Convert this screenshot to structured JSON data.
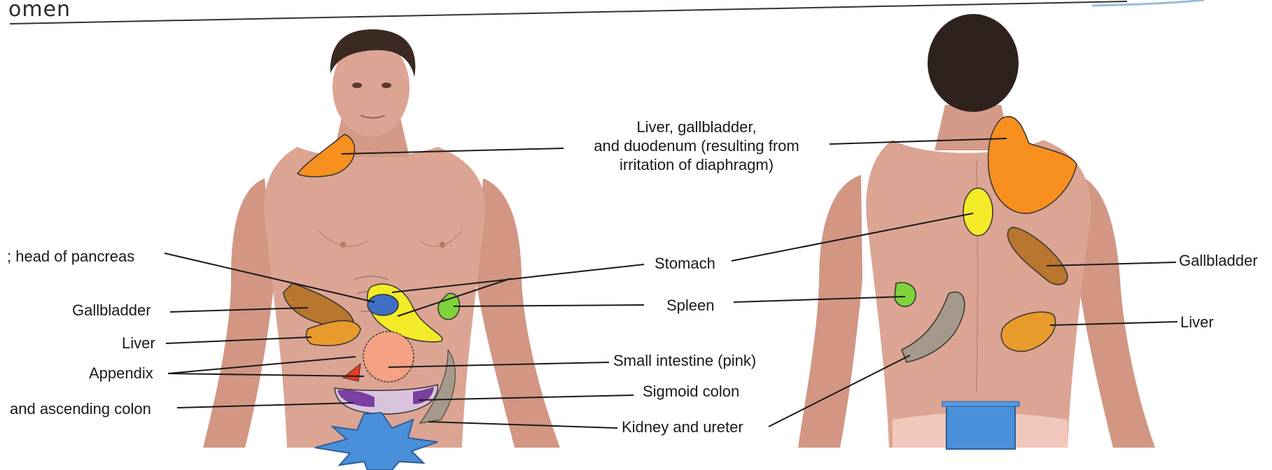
{
  "page": {
    "heading": "omen"
  },
  "front_labels": {
    "head_of_pancreas": "; head of pancreas",
    "gallbladder": "Gallbladder",
    "liver": "Liver",
    "appendix": "Appendix",
    "ascending_colon": "and ascending colon"
  },
  "center_labels": {
    "referred_line1": "Liver, gallbladder,",
    "referred_line2": "and duodenum (resulting from",
    "referred_line3": "irritation of diaphragm)",
    "stomach": "Stomach",
    "spleen": "Spleen",
    "small_intestine": "Small intestine (pink)",
    "sigmoid_colon": "Sigmoid colon",
    "kidney_ureter": "Kidney and ureter"
  },
  "back_labels": {
    "gallbladder": "Gallbladder",
    "liver": "Liver"
  },
  "colors": {
    "orange_referred": "#f7901e",
    "gallbladder": "#b8762e",
    "liver": "#e89a2a",
    "stomach": "#f3ea28",
    "pancreas": "#3f6fc4",
    "spleen": "#7ed33a",
    "small_intestine": "#f4a283",
    "appendix": "#e83a1e",
    "colon_purple": "#7a3fa0",
    "colon_light": "#d9c3dd",
    "kidney": "#a4998a",
    "skin": "#d8a08e",
    "blue_shape": "#4a8fd9"
  }
}
